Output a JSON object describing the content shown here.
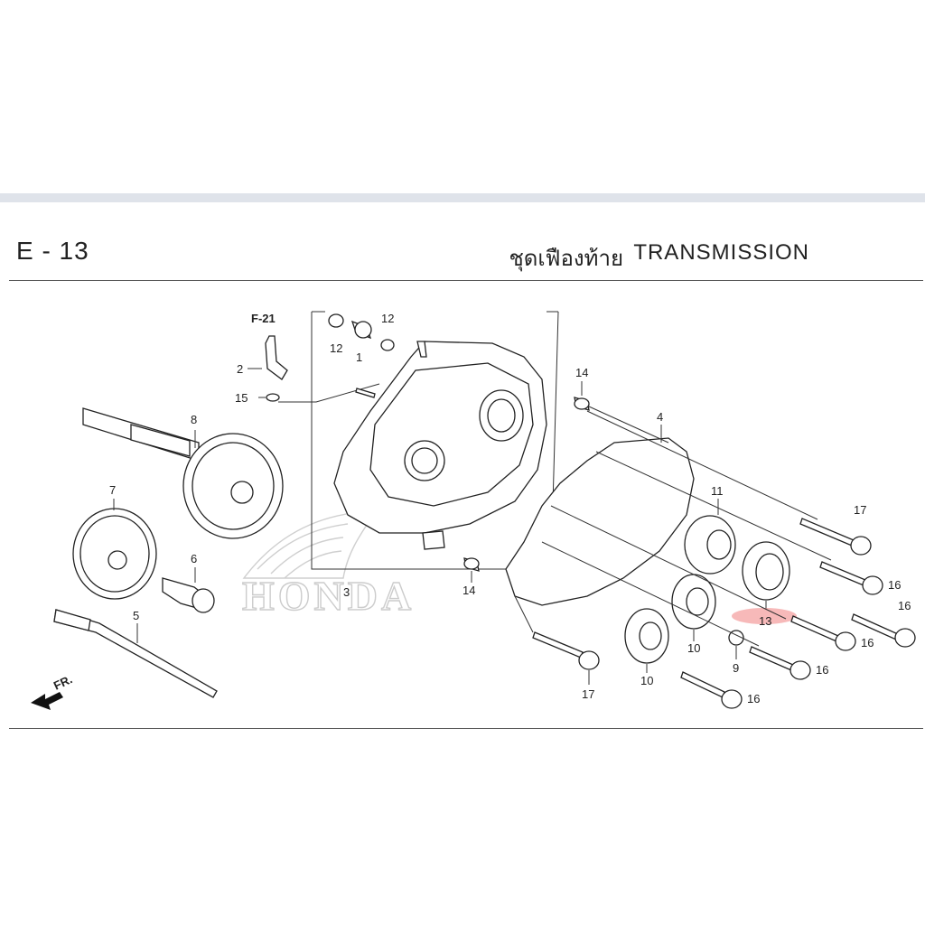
{
  "header": {
    "page_code": "E - 13",
    "title_thai": "ชุดเฟืองท้าย",
    "title_en": "TRANSMISSION"
  },
  "watermark": {
    "brand": "HONDA"
  },
  "reference": {
    "label": "F-21"
  },
  "direction": {
    "label": "FR."
  },
  "callouts": {
    "c1": "1",
    "c2": "2",
    "c3": "3",
    "c4": "4",
    "c5": "5",
    "c6": "6",
    "c7": "7",
    "c8": "8",
    "c9": "9",
    "c10a": "10",
    "c10b": "10",
    "c11": "11",
    "c12a": "12",
    "c12b": "12",
    "c13": "13",
    "c14a": "14",
    "c14b": "14",
    "c15": "15",
    "c16a": "16",
    "c16b": "16",
    "c16c": "16",
    "c16d": "16",
    "c16e": "16",
    "c17a": "17",
    "c17b": "17"
  },
  "colors": {
    "highlight": "#f08080",
    "band": "#dfe3ea",
    "line": "#222222"
  }
}
